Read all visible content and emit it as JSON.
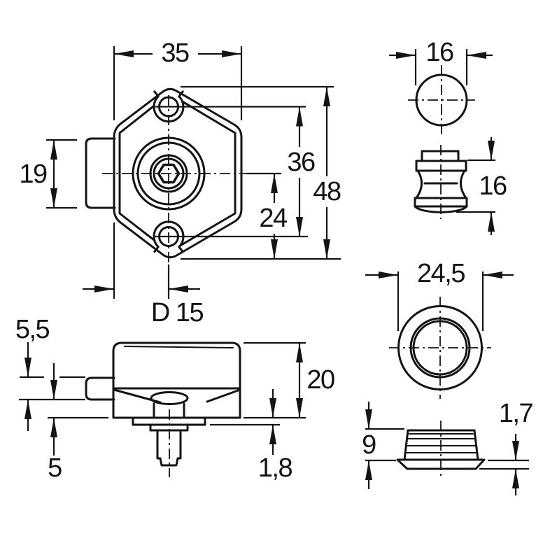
{
  "drawing": {
    "background": "#ffffff",
    "line_color": "#141414",
    "views": {
      "lock_front": {
        "dims": {
          "width": "35",
          "latch_height": "19",
          "hole_spacing": "36",
          "total_height": "48",
          "center_to_bottom": "24",
          "backset": "D 15"
        }
      },
      "push_button": {
        "dims": {
          "diameter": "16"
        }
      },
      "striker": {
        "dims": {
          "height": "16"
        }
      },
      "lock_side": {
        "dims": {
          "tongue_height": "5,5",
          "tongue_to_base": "5",
          "body_depth": "20",
          "flange_thickness": "1,8"
        }
      },
      "trim_ring": {
        "dims": {
          "outer_diameter": "24,5"
        }
      },
      "bushing": {
        "dims": {
          "height": "9",
          "rim_thickness": "1,7"
        }
      }
    }
  }
}
